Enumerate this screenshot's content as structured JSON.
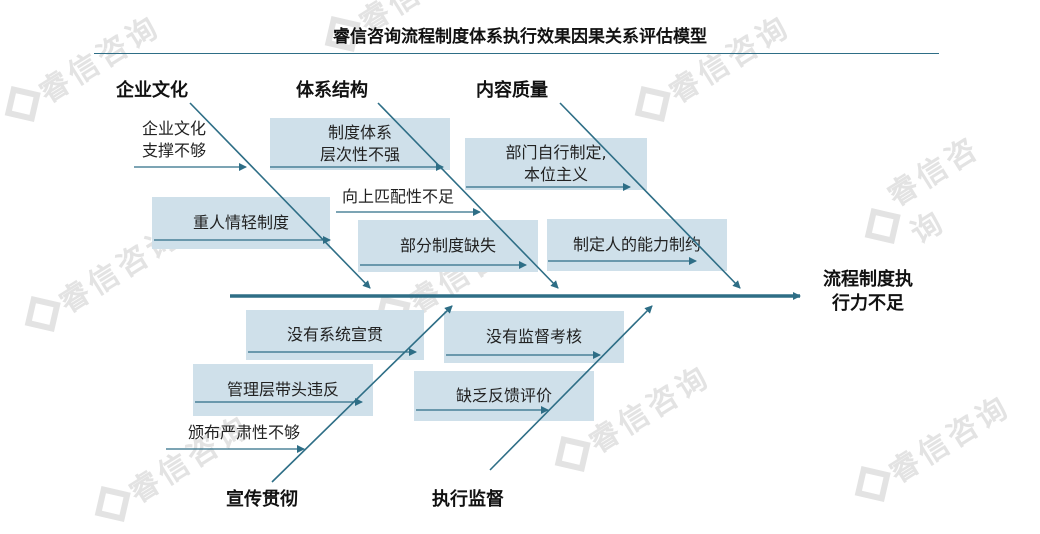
{
  "title": "睿信咨询流程制度体系执行效果因果关系评估模型",
  "effect": "流程制度执\n行力不足",
  "watermark": "睿信咨询",
  "colors": {
    "line": "#2e6e86",
    "box": "#cfe0ea"
  },
  "categories": {
    "culture": "企业文化",
    "structure": "体系结构",
    "quality": "内容质量",
    "promotion": "宣传贯彻",
    "supervision": "执行监督"
  },
  "causes": {
    "culture_1": "企业文化\n支撑不够",
    "culture_2": "重人情轻制度",
    "structure_1": "制度体系\n层次性不强",
    "structure_2": "向上匹配性不足",
    "structure_3": "部分制度缺失",
    "quality_1": "部门自行制定,\n本位主义",
    "quality_2": "制定人的能力制约",
    "promotion_1": "没有系统宣贯",
    "promotion_2": "管理层带头违反",
    "promotion_3": "颁布严肃性不够",
    "supervision_1": "没有监督考核",
    "supervision_2": "缺乏反馈评价"
  }
}
